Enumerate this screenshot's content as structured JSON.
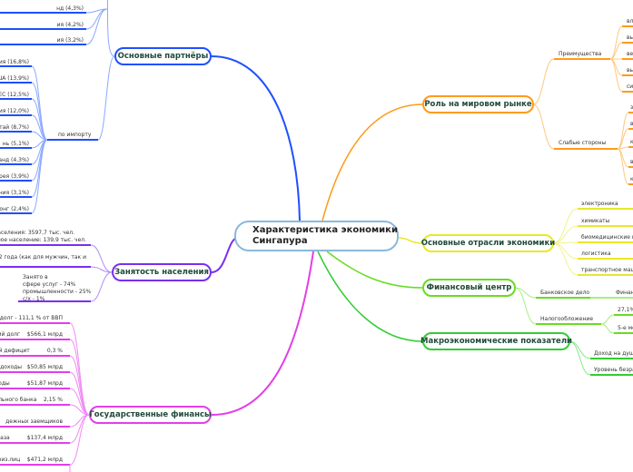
{
  "center": {
    "title": "Характеристика экономики\nСингапура"
  },
  "colors": {
    "partners": "#1f4fff",
    "employment": "#7a2ef0",
    "finance_gov": "#e33ee8",
    "role": "#ff9a1a",
    "sectors": "#e8e82a",
    "financial": "#66dd22",
    "macro": "#33cc33",
    "center": "#8ab8dc"
  },
  "partners": {
    "label": "Основные партнёры",
    "export_items": [
      "нд (4,3%)",
      "ия (4,2%)",
      "ия (3,2%)"
    ],
    "import_label": "по импорту",
    "import_items": [
      "ия (16,8%)",
      "ША (13,9%)",
      "ЕС (12,5%)",
      "ия (12,0%)",
      "тай (8,7%)",
      "нь (5,1%)",
      "анд (4,3%)",
      "рея (3,9%)",
      "ания (3,1%)",
      "онг (2,4%)"
    ]
  },
  "employment": {
    "label": "Занятость населения",
    "items": [
      "населения: 3597,7 тыс. чел.\nтное население: 139,9 тыс. чел.",
      "62 года (как для мужчин, так и",
      "Занято в\nсфере услуг - 74%\nпромышленности - 25%\nс/х - 1%"
    ]
  },
  "gov_finance": {
    "label": "Государственные финансы",
    "items": [
      "й долг - 111,1 % от ВВП",
      "ний долг    $566,1 млрд",
      "ый дефицит          0,3 %",
      "ые доходы   $50,85 млрд",
      "сходы          $51,87 млрд",
      "рального банка    2,15 %",
      "дежных заемщиков",
      "я база          $137,4 млрд",
      "физ.лиц    $471,2 млрд"
    ]
  },
  "role": {
    "label": "Роль на мировом рынке",
    "advantages_label": "Преимущества",
    "advantages": [
      "вл",
      "вы",
      "ве",
      "вы",
      "си"
    ],
    "weaknesses_label": "Слабые стороны",
    "weaknesses": [
      "з",
      "в",
      "к",
      "в",
      "к"
    ]
  },
  "sectors": {
    "label": "Основные отрасли экономики",
    "items": [
      "электроника",
      "химикаты",
      "биомедицинские на",
      "логистика",
      "транспортное маши"
    ]
  },
  "financial_center": {
    "label": "Финансовый центр",
    "banking_label": "Банковское дело",
    "banking_item": "Финансо",
    "tax_label": "Налогообложение",
    "tax_items": [
      "27,1%",
      "5-е ме"
    ]
  },
  "macro": {
    "label": "Макроэкономические показатели",
    "items": [
      "Доход на душу",
      "Уровень безраб"
    ]
  }
}
